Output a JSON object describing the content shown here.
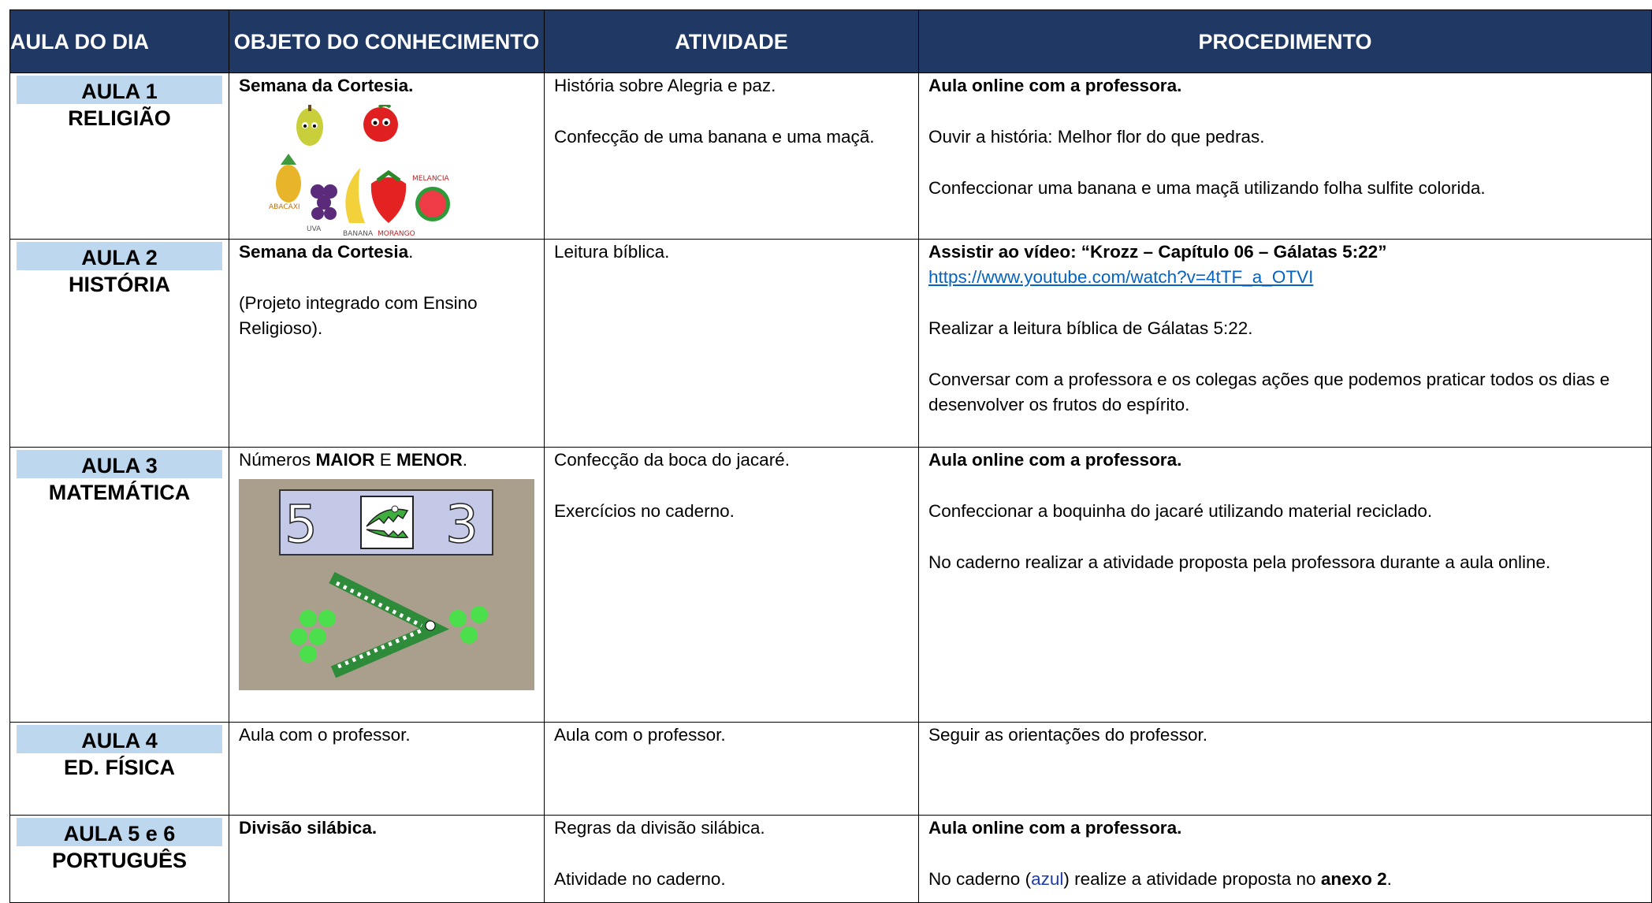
{
  "headers": [
    "AULA DO DIA",
    "OBJETO DO CONHECIMENTO",
    "ATIVIDADE",
    "PROCEDIMENTO"
  ],
  "rows": [
    {
      "aula": "AULA 1",
      "subject": "RELIGIÃO",
      "objeto": "Semana da Cortesia.",
      "fruit_labels": [
        "ABACAXI",
        "UVA",
        "BANANA",
        "MORANGO",
        "MELANCIA"
      ],
      "atividade": [
        "História sobre Alegria e paz.",
        "Confecção de uma banana e uma maçã."
      ],
      "procedimento": [
        "Aula online com a professora.",
        "Ouvir a história: Melhor flor do que pedras.",
        "Confeccionar uma banana e uma maçã utilizando folha sulfite colorida."
      ]
    },
    {
      "aula": "AULA 2",
      "subject": "HISTÓRIA",
      "objeto_bold": "Semana da Cortesia",
      "objeto_dot": ".",
      "objeto_extra": "(Projeto integrado com Ensino Religioso).",
      "atividade": [
        "Leitura bíblica."
      ],
      "procedimento_title": "Assistir ao vídeo: “Krozz – Capítulo 06 – Gálatas 5:22”",
      "procedimento_link": "https://www.youtube.com/watch?v=4tTF_a_OTVI",
      "procedimento": [
        "Realizar a leitura bíblica de Gálatas 5:22.",
        "Conversar com a professora e os colegas ações que podemos praticar todos os dias e desenvolver os frutos do espírito."
      ]
    },
    {
      "aula": "AULA 3",
      "subject": "MATEMÁTICA",
      "objeto_parts": [
        "Números ",
        "MAIOR",
        " E ",
        "MENOR",
        "."
      ],
      "card_numbers": [
        "5",
        "3"
      ],
      "atividade": [
        "Confecção da boca do jacaré.",
        "Exercícios no caderno."
      ],
      "procedimento": [
        "Aula online com a professora.",
        "Confeccionar a boquinha do jacaré utilizando material reciclado.",
        "No caderno realizar a atividade proposta pela professora durante a aula online."
      ]
    },
    {
      "aula": "AULA 4",
      "subject": "ED. FÍSICA",
      "objeto": "Aula com o professor.",
      "atividade": [
        "Aula com o professor."
      ],
      "procedimento": [
        "Seguir as orientações do professor."
      ]
    },
    {
      "aula": "AULA 5 e 6",
      "subject": "PORTUGUÊS",
      "objeto": "Divisão silábica.",
      "atividade": [
        "Regras da divisão silábica.",
        "Atividade no caderno."
      ],
      "procedimento": [
        "Aula online com a professora."
      ],
      "proc_last": [
        "No caderno (",
        "azul",
        ") realize a atividade proposta no ",
        "anexo 2",
        "."
      ]
    }
  ]
}
